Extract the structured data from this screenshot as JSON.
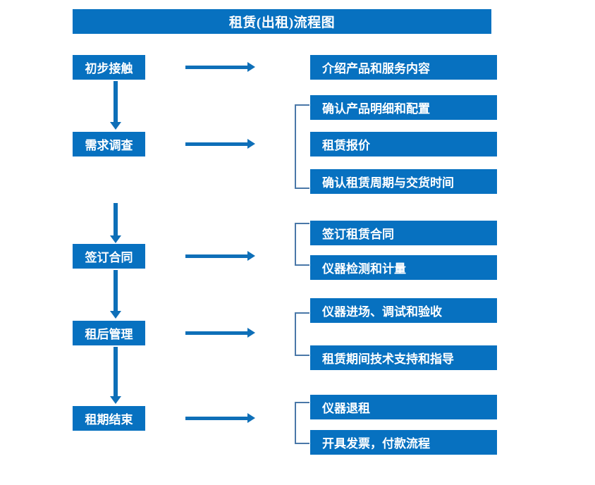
{
  "diagram": {
    "title": "租赁(出租)流程图",
    "accent_color": "#0771C0",
    "arrow_color": "#0E6FB8",
    "brace_color": "#4A78A8",
    "background_color": "#FFFFFF"
  },
  "stages": [
    {
      "id": "stage-1",
      "label": "初步接触",
      "details": [
        "介绍产品和服务内容"
      ]
    },
    {
      "id": "stage-2",
      "label": "需求调查",
      "details": [
        "确认产品明细和配置",
        "租赁报价",
        "确认租赁周期与交货时间"
      ]
    },
    {
      "id": "stage-3",
      "label": "签订合同",
      "details": [
        "签订租赁合同",
        "仪器检测和计量"
      ]
    },
    {
      "id": "stage-4",
      "label": "租后管理",
      "details": [
        "仪器进场、调试和验收",
        "租赁期间技术支持和指导"
      ]
    },
    {
      "id": "stage-5",
      "label": "租期结束",
      "details": [
        "仪器退租",
        "开具发票，付款流程"
      ]
    }
  ],
  "detail_boxes": [
    {
      "key": "d1",
      "text": "介绍产品和服务内容"
    },
    {
      "key": "d2",
      "text": "确认产品明细和配置"
    },
    {
      "key": "d3",
      "text": "租赁报价"
    },
    {
      "key": "d4",
      "text": "确认租赁周期与交货时间"
    },
    {
      "key": "d5",
      "text": "签订租赁合同"
    },
    {
      "key": "d6",
      "text": "仪器检测和计量"
    },
    {
      "key": "d7",
      "text": "仪器进场、调试和验收"
    },
    {
      "key": "d8",
      "text": "租赁期间技术支持和指导"
    },
    {
      "key": "d9",
      "text": "仪器退租"
    },
    {
      "key": "d10",
      "text": "开具发票，付款流程"
    }
  ],
  "stage_boxes": [
    {
      "key": "s1",
      "text": "初步接触"
    },
    {
      "key": "s2",
      "text": "需求调查"
    },
    {
      "key": "s3",
      "text": "签订合同"
    },
    {
      "key": "s4",
      "text": "租后管理"
    },
    {
      "key": "s5",
      "text": "租期结束"
    }
  ]
}
